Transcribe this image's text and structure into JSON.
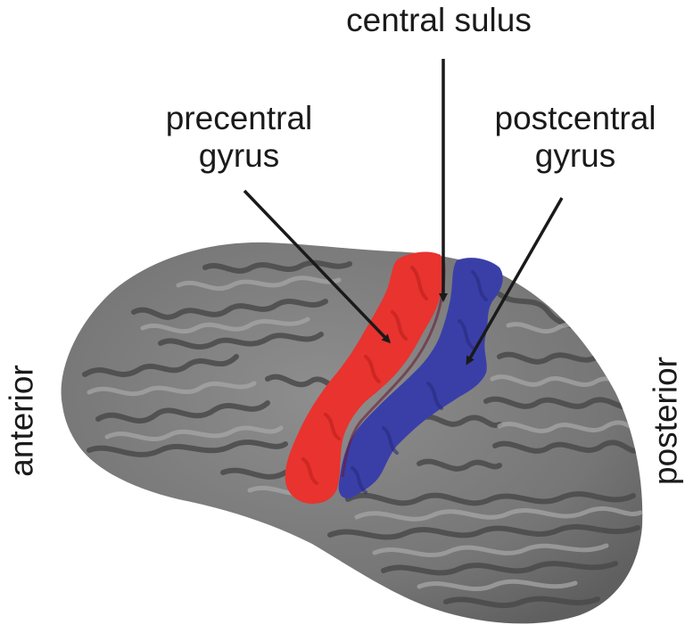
{
  "labels": {
    "central_sulus": "central sulus",
    "precentral_line1": "precentral",
    "precentral_line2": "gyrus",
    "postcentral_line1": "postcentral",
    "postcentral_line2": "gyrus",
    "anterior": "anterior",
    "posterior": "posterior"
  },
  "colors": {
    "brain_gray": "#7a7a7a",
    "brain_dark": "#4d4d4d",
    "brain_light": "#a3a3a3",
    "precentral_red": "#e8332f",
    "postcentral_blue": "#3a3fa8",
    "arrow": "#1a1a1a"
  }
}
